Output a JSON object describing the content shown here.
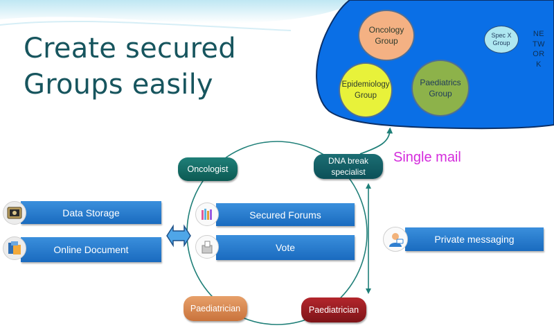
{
  "title": {
    "line1": "Create secured",
    "line2": "Groups easily"
  },
  "network": {
    "label": "NETWORK",
    "groups": {
      "oncology": "Oncology Group",
      "epidemiology": "Epidemiology Group",
      "paediatrics": "Paediatrics Group",
      "spec_x": "Spec X Group"
    }
  },
  "single_mail": "Single mail",
  "roles": {
    "oncologist": "Oncologist",
    "dna_break_specialist": "DNA break specialist",
    "paediatrician_left": "Paediatrician",
    "paediatrician_right": "Paediatrician"
  },
  "features": {
    "data_storage": "Data Storage",
    "online_document": "Online Document",
    "secured_forums": "Secured Forums",
    "vote": "Vote",
    "private_messaging": "Private messaging"
  },
  "colors": {
    "title": "#17555e",
    "network_fill": "#0a6fe6",
    "single_mail": "#d42bdc",
    "feature_bar": "#2a7fd0",
    "ring": "#1f7f78"
  }
}
